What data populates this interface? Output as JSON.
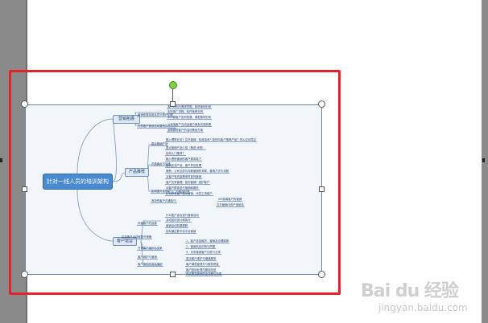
{
  "mindmap": {
    "central": "针对一线人员的培训架构",
    "branches": [
      {
        "label": "营销拓展",
        "leaves": [
          "客户识别与需求挖掘，标杆案例分析",
          "实际推广流程，标杆案例分析",
          "营销拓展技能及意识提升训练",
          "中小微客户如何拓展，典型案例分析",
          "在校客户营销活动落地执行方法",
          "公众号客户互动运营方案及实施效果",
          "金融服务客户的活动策划方案"
        ]
      },
      {
        "label": "产品推荐",
        "leaves": [
          "重点营销产品",
          "融入理财业务？交叉营销：标准话术？如何向客户推荐产品？怎么应对异议",
          "重点营销产品介绍（概述-优势）",
          "产品卖点与话术",
          "如何入门推荐？",
          "融入理财营销的客户服务能力",
          "如何交流产品，客户异议处理",
          "案例：公司业务与存款营销的关联、营销方式与流程",
          "当客户有资金需求时如何营销",
          "客户关系管理：如何营销？维护客户",
          "如何提升营销能力、问题及对策",
          "对客户群体进行营销和服务",
          "针对养老客户如何营销，代发工资客户",
          "VIP高端客户的营销",
          "有效的客户沟通技巧",
          "交叉营销中的产品组合"
        ]
      },
      {
        "label": "客户运营",
        "leaves": [
          "存量客户的运营",
          "什么客户适合进行营销活动",
          "活动如何设计和执行",
          "营销活动效果跟踪",
          "如何通过数字化平台营销",
          "存量客户活跃度提升策略",
          "日常客户维护与关系",
          "1、客户信息维护、营销及合理推荐",
          "2、营销机会识别与挖掘",
          "3、关系营销客户分层与分类",
          "客户维护与营销",
          "重点客户维护与增值服务",
          "客户流失防范及挽回",
          "客户满意度提升与服务质量",
          "客户投诉处理与服务改进",
          "网点服务营销的全流程与效果"
        ]
      }
    ]
  },
  "watermark": {
    "logo": "Bai du 经验",
    "sub": "jingyan.baidu.com"
  },
  "colors": {
    "highlight": "#e8202a",
    "rotate": "#7fd146",
    "central": "#4a8ad0"
  }
}
